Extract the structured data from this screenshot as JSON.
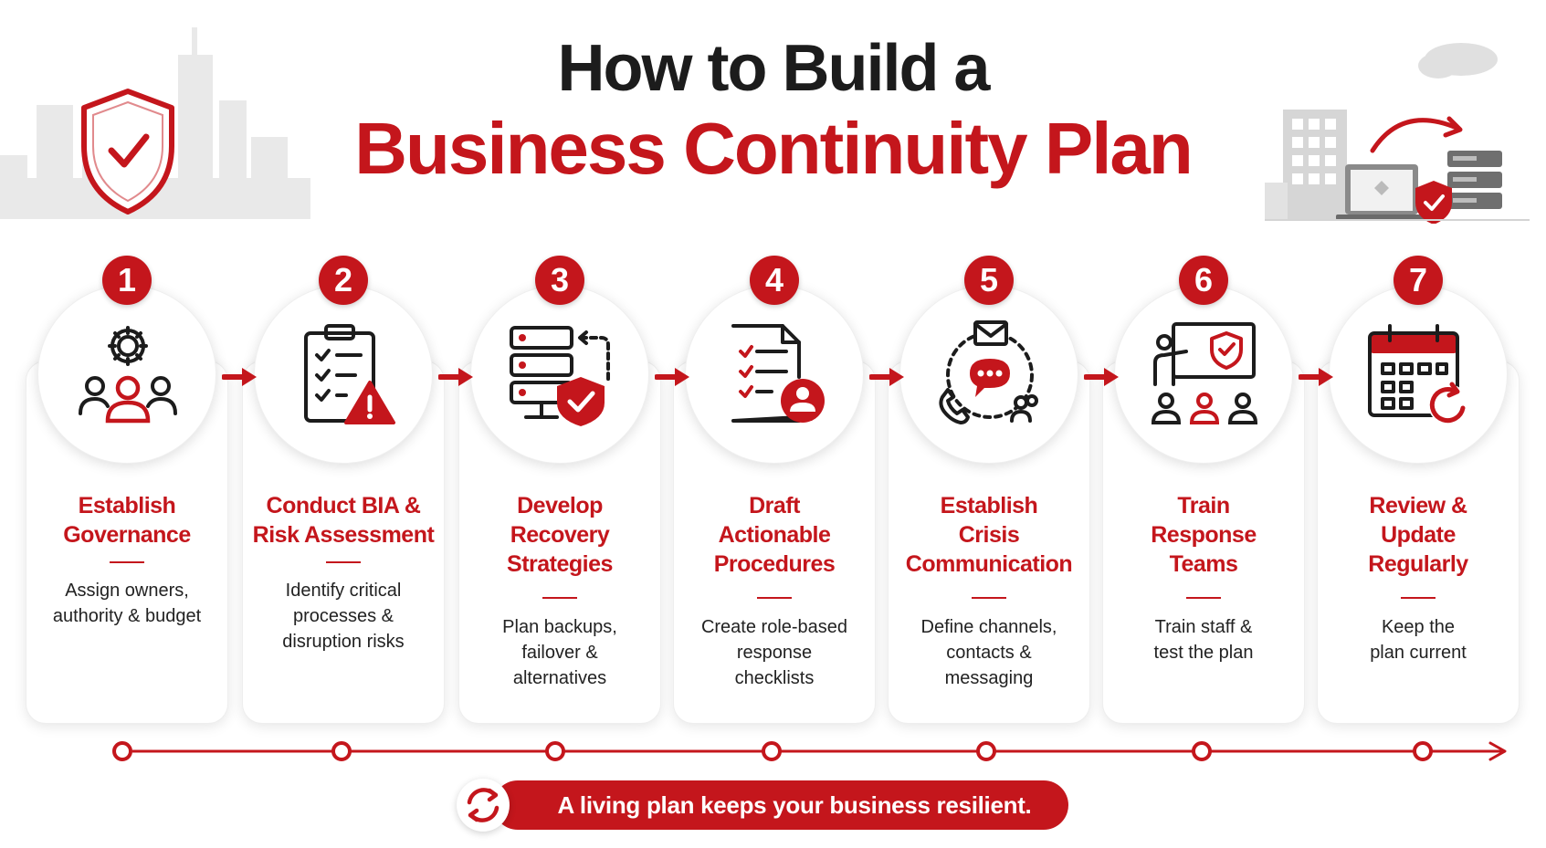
{
  "header": {
    "title_line1": "How to Build a",
    "title_line2": "Business Continuity Plan"
  },
  "steps": [
    {
      "number": "1",
      "title": [
        "Establish",
        "Governance"
      ],
      "desc": [
        "Assign owners,",
        "authority & budget"
      ],
      "icon": "gear-team-icon"
    },
    {
      "number": "2",
      "title": [
        "Conduct BIA &",
        "Risk Assessment"
      ],
      "desc": [
        "Identify critical",
        "processes &",
        "disruption risks"
      ],
      "icon": "clipboard-warning-icon"
    },
    {
      "number": "3",
      "title": [
        "Develop",
        "Recovery",
        "Strategies"
      ],
      "desc": [
        "Plan backups,",
        "failover &",
        "alternatives"
      ],
      "icon": "server-shield-icon"
    },
    {
      "number": "4",
      "title": [
        "Draft",
        "Actionable",
        "Procedures"
      ],
      "desc": [
        "Create role-based",
        "response",
        "checklists"
      ],
      "icon": "checklist-user-icon"
    },
    {
      "number": "5",
      "title": [
        "Establish",
        "Crisis",
        "Communication"
      ],
      "desc": [
        "Define channels,",
        "contacts &",
        "messaging"
      ],
      "icon": "communication-cycle-icon"
    },
    {
      "number": "6",
      "title": [
        "Train",
        "Response",
        "Teams"
      ],
      "desc": [
        "Train staff &",
        "test the plan"
      ],
      "icon": "training-presentation-icon"
    },
    {
      "number": "7",
      "title": [
        "Review &",
        "Update",
        "Regularly"
      ],
      "desc": [
        "Keep the",
        "plan current"
      ],
      "icon": "calendar-refresh-icon"
    }
  ],
  "footer": {
    "banner_text": "A living plan keeps your business resilient."
  },
  "colors": {
    "accent": "#c4161c",
    "dark": "#1c1c1c"
  }
}
